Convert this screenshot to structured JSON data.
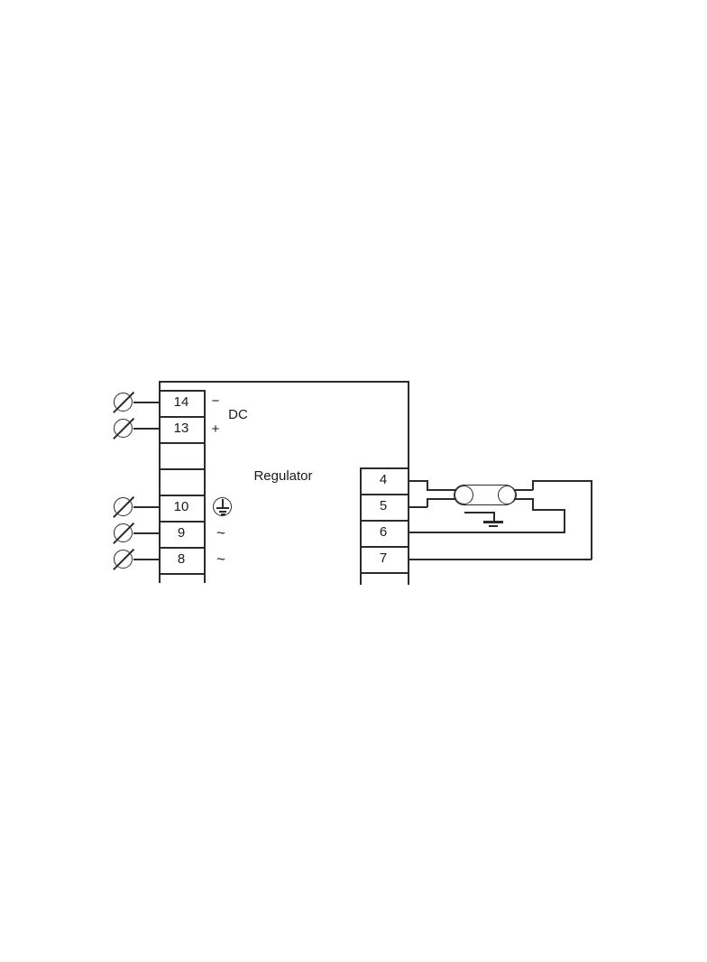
{
  "diagram": {
    "device_label": "Regulator",
    "power": {
      "minus": "−",
      "dc": "DC",
      "plus": "+"
    },
    "ac": {
      "terminal_9": "~",
      "terminal_8": "~"
    },
    "left_block": {
      "cells": [
        "14",
        "13",
        "",
        "",
        "10",
        "9",
        "8"
      ]
    },
    "right_block": {
      "cells": [
        "4",
        "5",
        "6",
        "7"
      ]
    },
    "colors": {
      "line": "#2b2b2b",
      "text": "#1a1a1a",
      "background": "#ffffff"
    },
    "icons": {
      "screw_terminal": "screw-terminal-icon",
      "protective_earth": "protective-earth-icon",
      "signal_ground": "earth-ground-icon",
      "sensor_probe": "temperature-probe-icon"
    }
  }
}
